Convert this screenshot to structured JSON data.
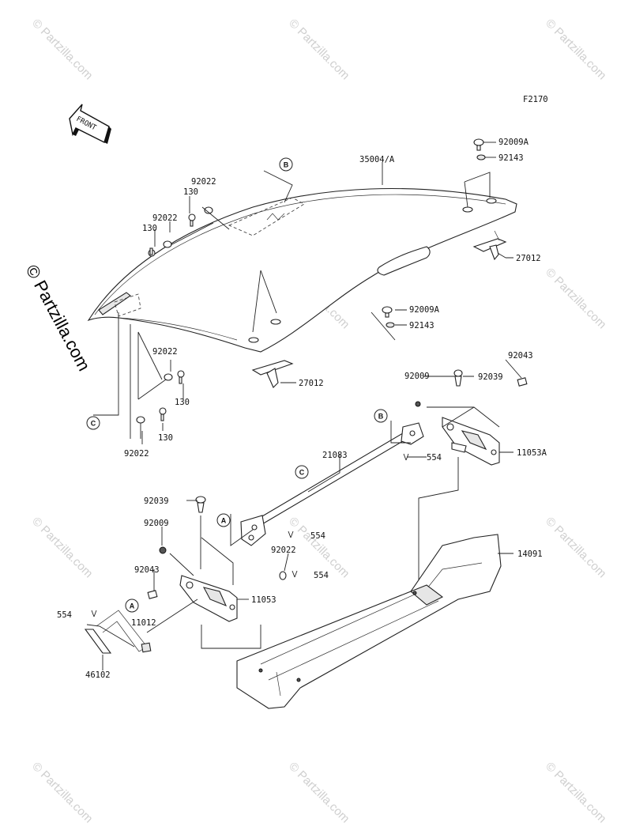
{
  "diagram": {
    "figure_code": "F2170",
    "front_label": "FRONT",
    "watermark_text": "© Partzilla.com",
    "callouts": {
      "a1": "A",
      "a2": "A",
      "b1": "B",
      "b2": "B",
      "c1": "C",
      "c2": "C"
    },
    "parts": {
      "p35004a": "35004/A",
      "p92009a_1": "92009A",
      "p92143_1": "92143",
      "p27012_1": "27012",
      "p92022_1": "92022",
      "p130_1": "130",
      "p92022_2": "92022",
      "p130_2": "130",
      "p92009a_2": "92009A",
      "p92143_2": "92143",
      "p92022_3": "92022",
      "p130_3": "130",
      "p27012_2": "27012",
      "p130_4": "130",
      "p92022_4": "92022",
      "p92043_1": "92043",
      "p92009_1": "92009",
      "p92039_1": "92039",
      "p11053a": "11053A",
      "p21083": "21083",
      "p554_1": "554",
      "p92039_2": "92039",
      "p554_2": "554",
      "p92009_2": "92009",
      "p92022_5": "92022",
      "p554_3": "554",
      "p92043_2": "92043",
      "p11053": "11053",
      "p14091": "14091",
      "p554_4": "554",
      "p11012": "11012",
      "p46102": "46102"
    }
  }
}
